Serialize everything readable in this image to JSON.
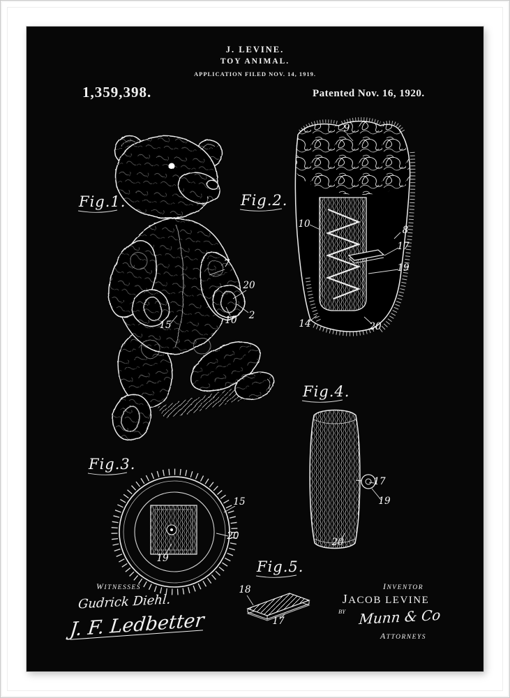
{
  "poster": {
    "header": {
      "inventor_line": "J. LEVINE.",
      "title_line": "TOY ANIMAL.",
      "application_line": "APPLICATION FILED NOV. 14, 1919.",
      "patent_number": "1,359,398.",
      "patent_date": "Patented Nov. 16, 1920."
    },
    "figures": {
      "fig1": {
        "label": "Fig.1.",
        "callouts": [
          "7",
          "20",
          "15",
          "10",
          "2"
        ]
      },
      "fig2": {
        "label": "Fig.2.",
        "callouts": [
          "9",
          "10",
          "8",
          "17",
          "19",
          "14",
          "20"
        ]
      },
      "fig3": {
        "label": "Fig.3.",
        "callouts": [
          "15",
          "20",
          "19"
        ]
      },
      "fig4": {
        "label": "Fig.4.",
        "callouts": [
          "17",
          "19",
          "20"
        ]
      },
      "fig5": {
        "label": "Fig.5.",
        "callouts": [
          "18",
          "17"
        ]
      }
    },
    "footer": {
      "witnesses_label": "WITNESSES",
      "witness_signature_1": "Gudrick Diehl.",
      "witness_signature_2": "J. F. Ledbetter",
      "inventor_label": "INVENTOR",
      "inventor_name": "JACOB LEVINE",
      "by_label": "BY",
      "attorney_signature": "Munn & Co",
      "attorneys_label": "ATTORNEYS"
    },
    "colors": {
      "frame": "#ffffff",
      "poster_background": "#070707",
      "ink": "#f2f2f2"
    }
  }
}
